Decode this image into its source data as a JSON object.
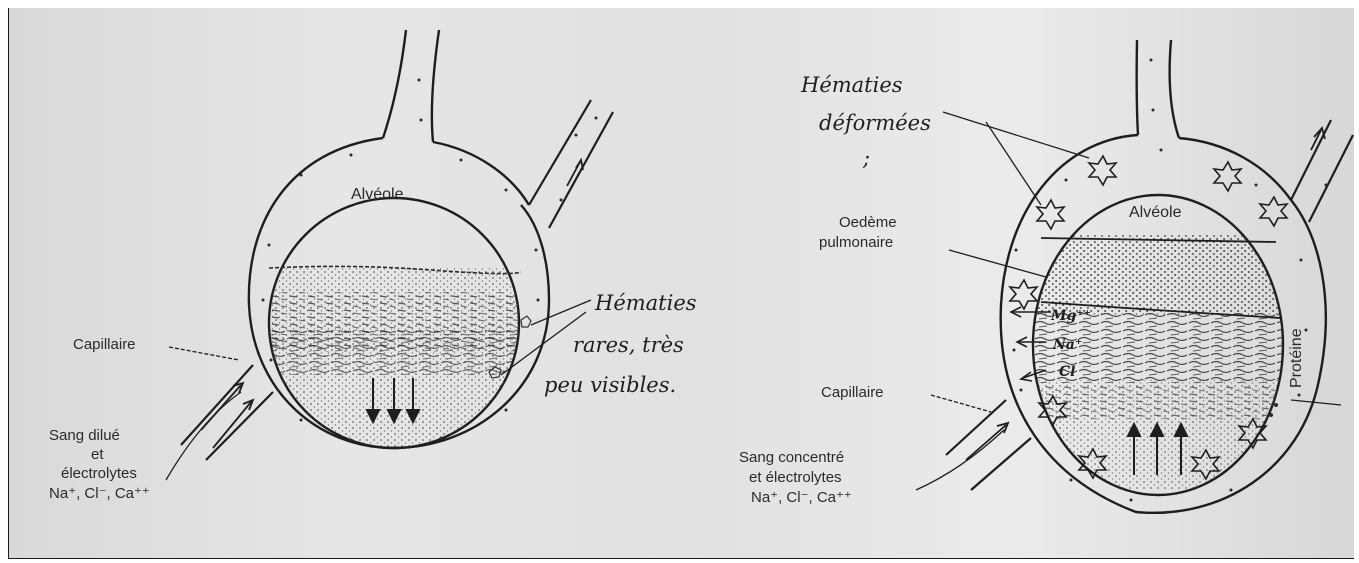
{
  "left_diagram": {
    "alveole_label": "Alvéole",
    "capillaire_label": "Capillaire",
    "sang_lines": [
      "Sang dilué",
      "et",
      "électrolytes",
      "Na⁺, Cl⁻, Ca⁺⁺"
    ],
    "handwritten_lines": [
      "Hématies",
      "rares, très",
      "peu visibles."
    ]
  },
  "right_diagram": {
    "alveole_label": "Alvéole",
    "hematies_lines": [
      "Hématies",
      "déformées"
    ],
    "oedeme_lines": [
      "Oedème",
      "pulmonaire"
    ],
    "capillaire_label": "Capillaire",
    "sang_lines": [
      "Sang concentré",
      "et électrolytes",
      "Na⁺, Cl⁻, Ca⁺⁺"
    ],
    "proteine_label": "Protéine",
    "ion_labels": [
      "Mg⁺⁺",
      "Na⁺",
      "Cl"
    ]
  }
}
